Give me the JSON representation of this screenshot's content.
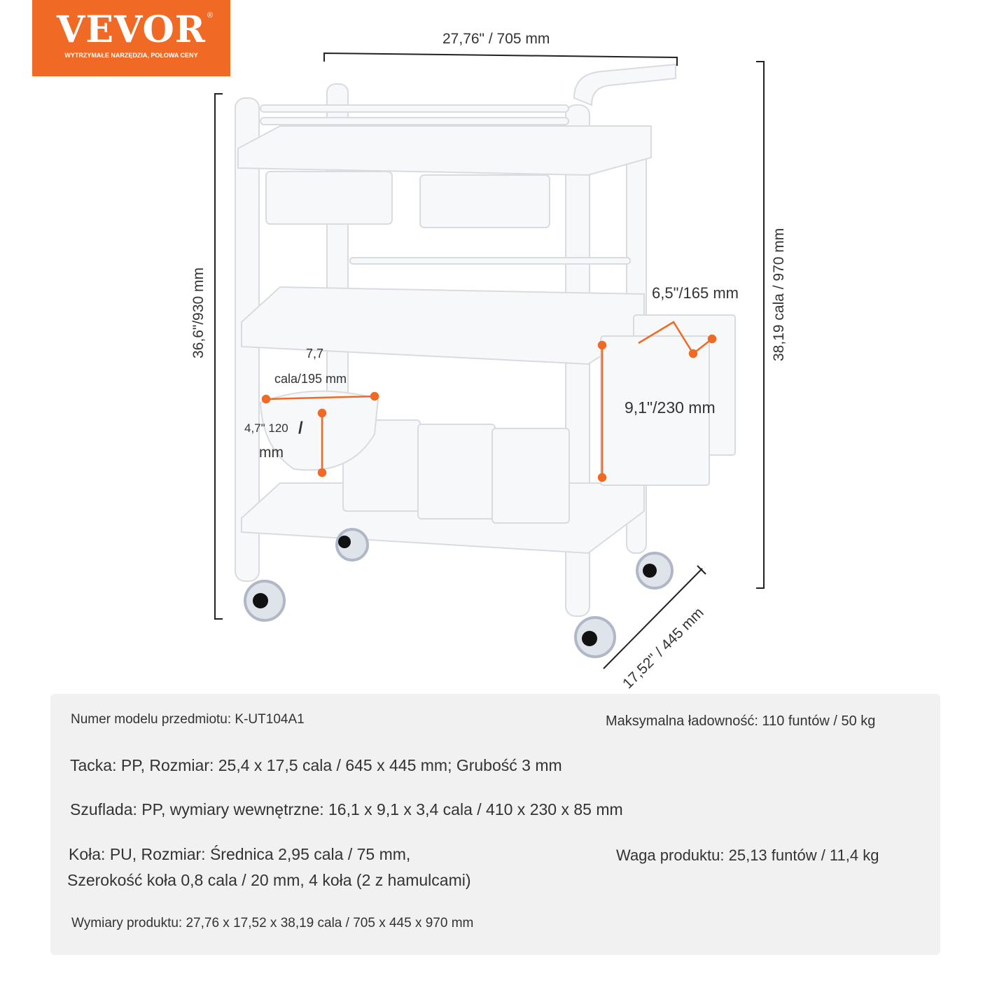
{
  "logo": {
    "brand": "VEVOR",
    "registered": "®",
    "tagline": "WYTRZYMAŁE NARZĘDZIA, POŁOWA CENY"
  },
  "dimensions": {
    "width": "27,76\" / 705 mm",
    "height_total": "38,19 cala / 970 mm",
    "height_frame": "36,6\"/930 mm",
    "depth": "17,52\" / 445 mm",
    "bin_width": "6,5\"/165 mm",
    "bin_height": "9,1\"/230 mm",
    "bowl_diameter_line1": "7,7",
    "bowl_diameter_line2": "cala/195 mm",
    "bowl_height_line1": "4,7\" 120",
    "bowl_height_slash": "/",
    "bowl_height_line2": "mm"
  },
  "specs": {
    "model": "Numer modelu przedmiotu: K-UT104A1",
    "max_load": "Maksymalna ładowność: 110 funtów / 50 kg",
    "tray": "Tacka: PP, Rozmiar: 25,4 x 17,5 cala / 645 x 445 mm; Grubość 3 mm",
    "drawer": "Szuflada: PP, wymiary wewnętrzne: 16,1 x 9,1 x 3,4 cala / 410 x 230 x 85 mm",
    "wheels_line1": "Koła: PU, Rozmiar: Średnica 2,95 cala / 75 mm,",
    "wheels_line2": "Szerokość koła 0,8 cala / 20 mm, 4 koła (2 z hamulcami)",
    "weight": "Waga produktu: 25,13 funtów / 11,4 kg",
    "product_dims": "Wymiary produktu: 27,76 x 17,52 x 38,19 cala / 705 x 445 x 970 mm"
  },
  "colors": {
    "brand": "#f06a26",
    "marker": "#f06a26",
    "panel": "#f1f1f1"
  }
}
